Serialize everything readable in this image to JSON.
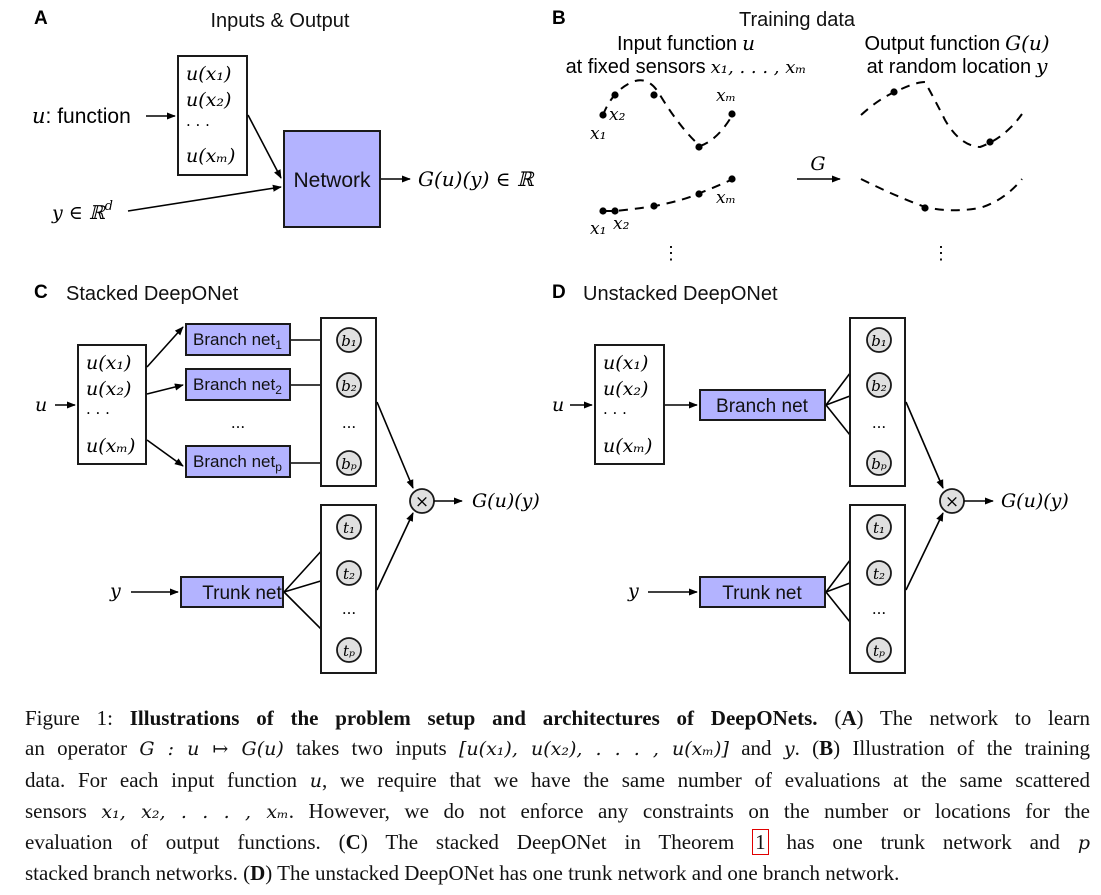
{
  "figure": {
    "panel_a": {
      "letter": "A",
      "title": "Inputs & Output",
      "input_label_var": "u",
      "input_label_text": ": function",
      "sensor_values": [
        "u(x₁)",
        "u(x₂)",
        "· · ·",
        "u(xₘ)"
      ],
      "y_label": "y ∈ ℝ",
      "y_label_sup": "d",
      "network_label": "Network",
      "output_label": "G(u)(y) ∈ ℝ"
    },
    "panel_b": {
      "letter": "B",
      "title": "Training data",
      "left_heading_line1": "Input function",
      "left_heading_var1": "u",
      "left_heading_line2": "at fixed sensors",
      "left_heading_var2": "x₁, . . . , xₘ",
      "right_heading_line1": "Output function",
      "right_heading_var1": "G(u)",
      "right_heading_line2": "at random location",
      "right_heading_var2": "y",
      "map_label": "G",
      "sensor_labels": {
        "x1": "x₁",
        "x2": "x₂",
        "xm": "xₘ"
      },
      "vdots": "⋮"
    },
    "panel_c": {
      "letter": "C",
      "title": "Stacked DeepONet",
      "input_var": "u",
      "sensor_values": [
        "u(x₁)",
        "u(x₂)",
        "· · ·",
        "u(xₘ)"
      ],
      "branch_nets": [
        {
          "label": "Branch net",
          "sub": "1"
        },
        {
          "label": "Branch net",
          "sub": "2"
        },
        {
          "label": "Branch net",
          "sub": "p"
        }
      ],
      "branch_ellipsis": "...",
      "b_nodes": [
        "b₁",
        "b₂",
        "...",
        "bₚ"
      ],
      "trunk_input": "y",
      "trunk_label": "Trunk net",
      "t_nodes": [
        "t₁",
        "t₂",
        "...",
        "tₚ"
      ],
      "product_symbol": "×",
      "output_label": "G(u)(y)"
    },
    "panel_d": {
      "letter": "D",
      "title": "Unstacked DeepONet",
      "input_var": "u",
      "sensor_values": [
        "u(x₁)",
        "u(x₂)",
        "· · ·",
        "u(xₘ)"
      ],
      "branch_label": "Branch net",
      "b_nodes": [
        "b₁",
        "b₂",
        "...",
        "bₚ"
      ],
      "trunk_input": "y",
      "trunk_label": "Trunk net",
      "t_nodes": [
        "t₁",
        "t₂",
        "...",
        "tₚ"
      ],
      "product_symbol": "×",
      "output_label": "G(u)(y)"
    },
    "colors": {
      "network_fill": "#b3b3ff",
      "node_fill": "#e0e0e0",
      "reference_box": "#e00000"
    }
  },
  "caption": {
    "lines": [
      [
        {
          "t": "Figure 1: "
        },
        {
          "t": "Illustrations of the problem setup and architectures of DeepONets.",
          "b": true
        },
        {
          "t": " ("
        },
        {
          "t": "A",
          "b": true
        },
        {
          "t": ") The network to learn"
        }
      ],
      [
        {
          "t": "an operator "
        },
        {
          "t": "G : u ↦ G(u)",
          "i": true
        },
        {
          "t": " takes two inputs "
        },
        {
          "t": "[u(x₁), u(x₂), . . . , u(xₘ)]",
          "i": true
        },
        {
          "t": " and "
        },
        {
          "t": "y",
          "i": true
        },
        {
          "t": ". ("
        },
        {
          "t": "B",
          "b": true
        },
        {
          "t": ") Illustration of the training"
        }
      ],
      [
        {
          "t": "data. For each input function "
        },
        {
          "t": "u",
          "i": true
        },
        {
          "t": ", we require that we have the same number of evaluations at the same scattered"
        }
      ],
      [
        {
          "t": "sensors "
        },
        {
          "t": "x₁, x₂, . . . , xₘ",
          "i": true
        },
        {
          "t": ".  However, we do not enforce any constraints on the number or locations for the"
        }
      ],
      [
        {
          "t": "evaluation of output functions.  ("
        },
        {
          "t": "C",
          "b": true
        },
        {
          "t": ") The stacked DeepONet in Theorem "
        },
        {
          "t": "1",
          "ref": true
        },
        {
          "t": " has one trunk network and "
        },
        {
          "t": "p",
          "i": true
        }
      ],
      [
        {
          "t": "stacked branch networks. ("
        },
        {
          "t": "D",
          "b": true
        },
        {
          "t": ") The unstacked DeepONet has one trunk network and one branch network."
        }
      ]
    ]
  }
}
